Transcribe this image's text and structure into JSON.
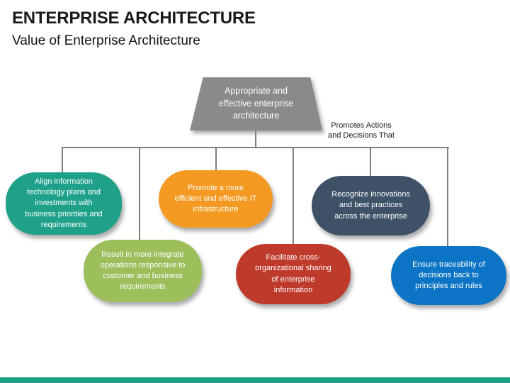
{
  "slide": {
    "title": "ENTERPRISE ARCHITECTURE",
    "subtitle": "Value of Enterprise Architecture",
    "accent_bar_color": "#1FA189"
  },
  "diagram": {
    "root": {
      "label": "Appropriate and effective enterprise architecture",
      "color": "#8A8A8A"
    },
    "annotation": "Promotes Actions and Decisions That",
    "connector_color": "#7F7F7F",
    "bubbles": [
      {
        "label": "Align information technology plans and investments with business priorities and requirements",
        "color": "#1FA189"
      },
      {
        "label": "Promote a more efficient and effective IT infrastructure",
        "color": "#F49A23"
      },
      {
        "label": "Recognize innovations and best practices across the enterprise",
        "color": "#3E5166"
      },
      {
        "label": "Result in more integrate operations responsive to customer and business requirements",
        "color": "#9CBE5B"
      },
      {
        "label": "Facilitate cross-organizational sharing of enterprise information",
        "color": "#BE3A2B"
      },
      {
        "label": "Ensure traceability of decisions back to principles and rules",
        "color": "#0B74C4"
      }
    ]
  }
}
